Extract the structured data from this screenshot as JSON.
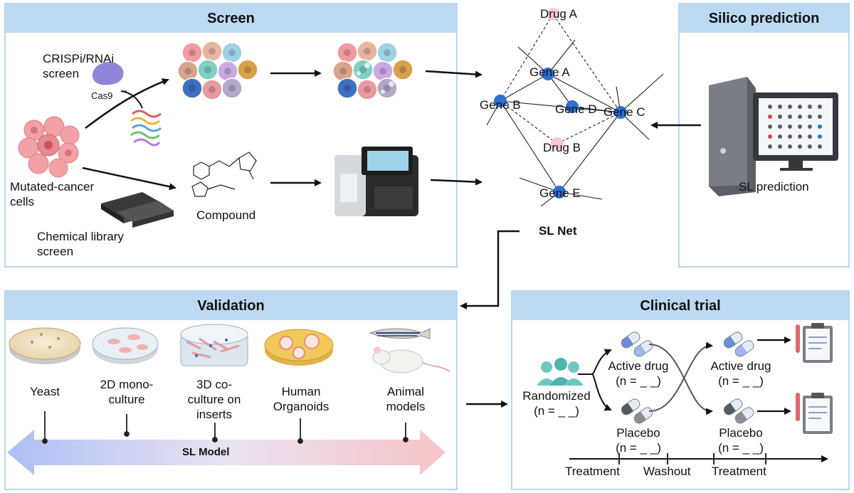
{
  "screen": {
    "title": "Screen",
    "crispr_label": "CRISPi/RNAi\nscreen",
    "cas9_label": "Cas9",
    "cells_label": "Mutated-cancer\ncells",
    "chem_label": "Chemical library\nscreen",
    "compound_label": "Compound"
  },
  "silico": {
    "title": "Silico prediction",
    "caption": "SL prediction"
  },
  "network": {
    "caption": "SL Net",
    "nodes": {
      "drug_a": "Drug A",
      "gene_a": "Gene A",
      "gene_b": "Gene B",
      "gene_c": "Gene C",
      "gene_d": "Gene D",
      "drug_b": "Drug B",
      "gene_e": "Gene E"
    },
    "colors": {
      "gene": "#2e6fd0",
      "drug": "#f4c9d6"
    }
  },
  "validation": {
    "title": "Validation",
    "models": [
      "Yeast",
      "2D mono-\nculture",
      "3D co-\nculture on\ninserts",
      "Human\nOrganoids",
      "Animal\nmodels"
    ],
    "bar_label": "SL Model"
  },
  "clinical": {
    "title": "Clinical trial",
    "randomized": "Randomized\n(n = _ _)",
    "active1": "Active drug\n(n = _ _)",
    "placebo1": "Placebo\n(n = _ _)",
    "active2": "Active drug\n(n = _ _)",
    "placebo2": "Placebo\n(n = _ _)",
    "timeline": [
      "Treatment",
      "Washout",
      "Treatment"
    ]
  }
}
